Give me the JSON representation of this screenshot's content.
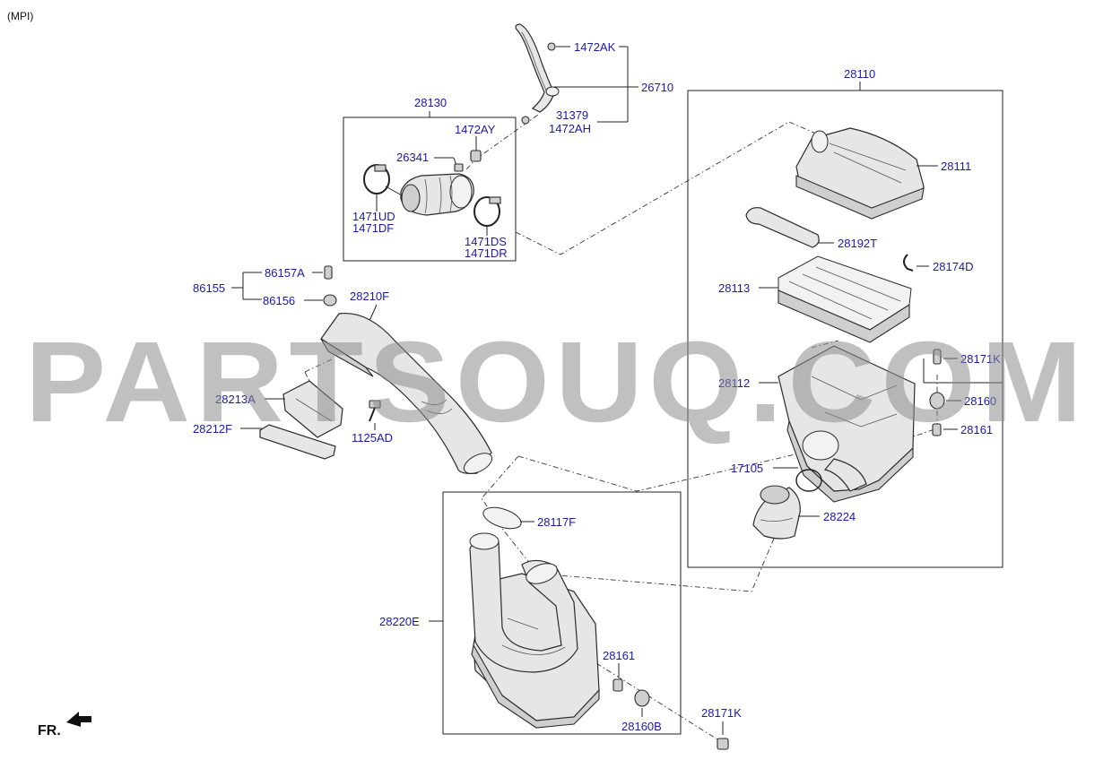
{
  "header": {
    "variant": "(MPI)"
  },
  "footer": {
    "direction_label": "FR."
  },
  "watermark": {
    "text": "PARTSOUQ.COM"
  },
  "labels": {
    "l_1472ak": "1472AK",
    "l_26710": "26710",
    "l_31379": "31379",
    "l_1472ah": "1472AH",
    "l_28130": "28130",
    "l_1472ay": "1472AY",
    "l_26341": "26341",
    "l_1471ud": "1471UD",
    "l_1471df": "1471DF",
    "l_1471ds": "1471DS",
    "l_1471dr": "1471DR",
    "l_28110": "28110",
    "l_28111": "28111",
    "l_28192t": "28192T",
    "l_28174d": "28174D",
    "l_28113": "28113",
    "l_28171k_a": "28171K",
    "l_28112": "28112",
    "l_28160": "28160",
    "l_28161_a": "28161",
    "l_17105": "17105",
    "l_28224": "28224",
    "l_86157a": "86157A",
    "l_86155": "86155",
    "l_86156": "86156",
    "l_28210f": "28210F",
    "l_28213a": "28213A",
    "l_28212f": "28212F",
    "l_1125ad": "1125AD",
    "l_28117f": "28117F",
    "l_28220e": "28220E",
    "l_28161_b": "28161",
    "l_28160b": "28160B",
    "l_28171k_b": "28171K"
  }
}
